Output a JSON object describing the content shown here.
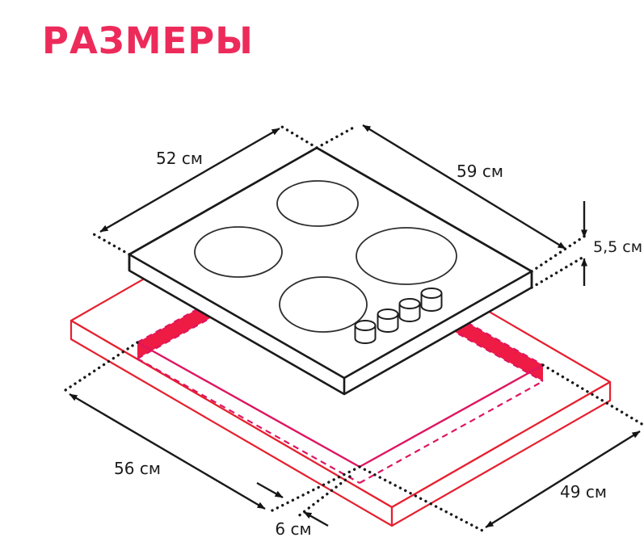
{
  "title": "РАЗМЕРЫ",
  "diagram": {
    "labels": {
      "hob_width": "52 см",
      "hob_depth": "59 см",
      "hob_height": "5,5 см",
      "cutout_width": "56 см",
      "front_margin": "6 см",
      "cutout_depth": "49 см"
    },
    "colors": {
      "accent_title": "#ED2B5B",
      "countertop_outline": "#E6202F",
      "cutout_edge": "#DE1560",
      "cutout_fill": "#EE1B44",
      "line": "#1A1A1A"
    }
  }
}
